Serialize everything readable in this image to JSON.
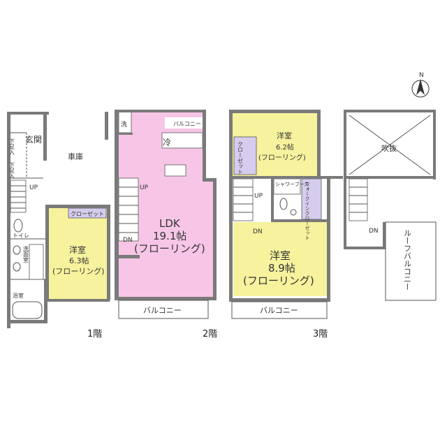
{
  "compass": {
    "label": "N"
  },
  "floors": [
    {
      "label": "1階",
      "rooms": {
        "genkan": "玄関",
        "garage": "車庫",
        "shoe1": "下足入",
        "shoe2": "下足入",
        "closet": "クローゼット",
        "toilet": "トイレ",
        "washroom": "洗面室",
        "bath": "浴室",
        "bedroom_name": "洋室",
        "bedroom_size": "6.3帖",
        "bedroom_floor": "(フローリング)"
      },
      "stairs": "UP"
    },
    {
      "label": "2階",
      "rooms": {
        "laundry": "洗",
        "fridge": "冷",
        "balcony_small": "バルコニー",
        "ldk_name": "LDK",
        "ldk_size": "19.1帖",
        "ldk_floor": "(フローリング)",
        "balcony": "バルコニー"
      },
      "stairs_up": "UP",
      "stairs_dn": "DN"
    },
    {
      "label": "3階",
      "rooms": {
        "bedroom1_name": "洋室",
        "bedroom1_size": "6.2帖",
        "bedroom1_floor": "(フローリング)",
        "closet": "クローゼット",
        "shower": "シャワーブース",
        "wic": "ウォークインクローゼット",
        "bedroom2_name": "洋室",
        "bedroom2_size": "8.9帖",
        "bedroom2_floor": "(フローリング)",
        "balcony": "バルコニー"
      },
      "stairs_up": "UP",
      "stairs_dn": "DN"
    },
    {
      "label": "",
      "rooms": {
        "void": "吹抜",
        "roof_balcony": "ルーフバルコニー"
      },
      "stairs_dn": "DN"
    }
  ],
  "colors": {
    "wall": "#7a7a7a",
    "bedroom": "#f6f29d",
    "ldk": "#f7c6e6",
    "closet": "#d6cdee",
    "wet": "#ffffff",
    "background": "#ffffff"
  }
}
